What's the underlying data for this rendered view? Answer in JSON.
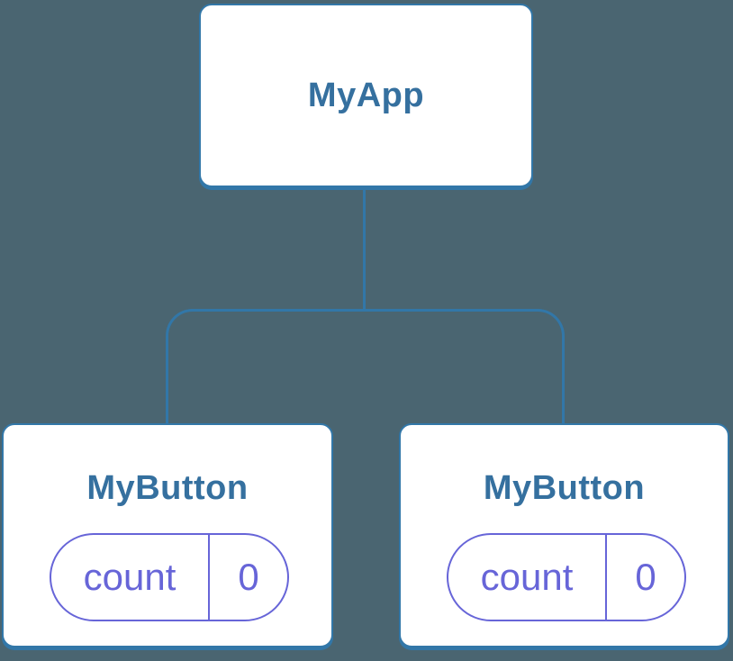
{
  "diagram": {
    "type": "component-tree",
    "background_color": "#4A6571",
    "stroke_color": "#3277A8",
    "node_text_color": "#35709F",
    "state_color": "#6765D8",
    "root": {
      "label": "MyApp"
    },
    "children": [
      {
        "label": "MyButton",
        "state": {
          "key": "count",
          "value": "0"
        }
      },
      {
        "label": "MyButton",
        "state": {
          "key": "count",
          "value": "0"
        }
      }
    ]
  }
}
